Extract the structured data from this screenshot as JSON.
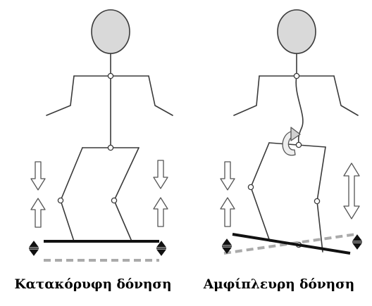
{
  "captions": {
    "left": "Κατακόρυφη δόνηση",
    "right": "Αμφίπλευρη δόνηση"
  },
  "colors": {
    "stroke": "#3a3a3a",
    "head_fill": "#d9d9d9",
    "platform": "#111111",
    "platform_ghost": "#aaaaaa",
    "joint_fill": "#ffffff",
    "arrow_fill": "#ffffff",
    "arrow_stroke": "#555555",
    "caption_text": "#000000"
  },
  "icons": {
    "direction_arrows": "open-outline-arrow",
    "double_arrow": "filled-double-triangle",
    "rotation": "curved-rotation-arrow"
  }
}
